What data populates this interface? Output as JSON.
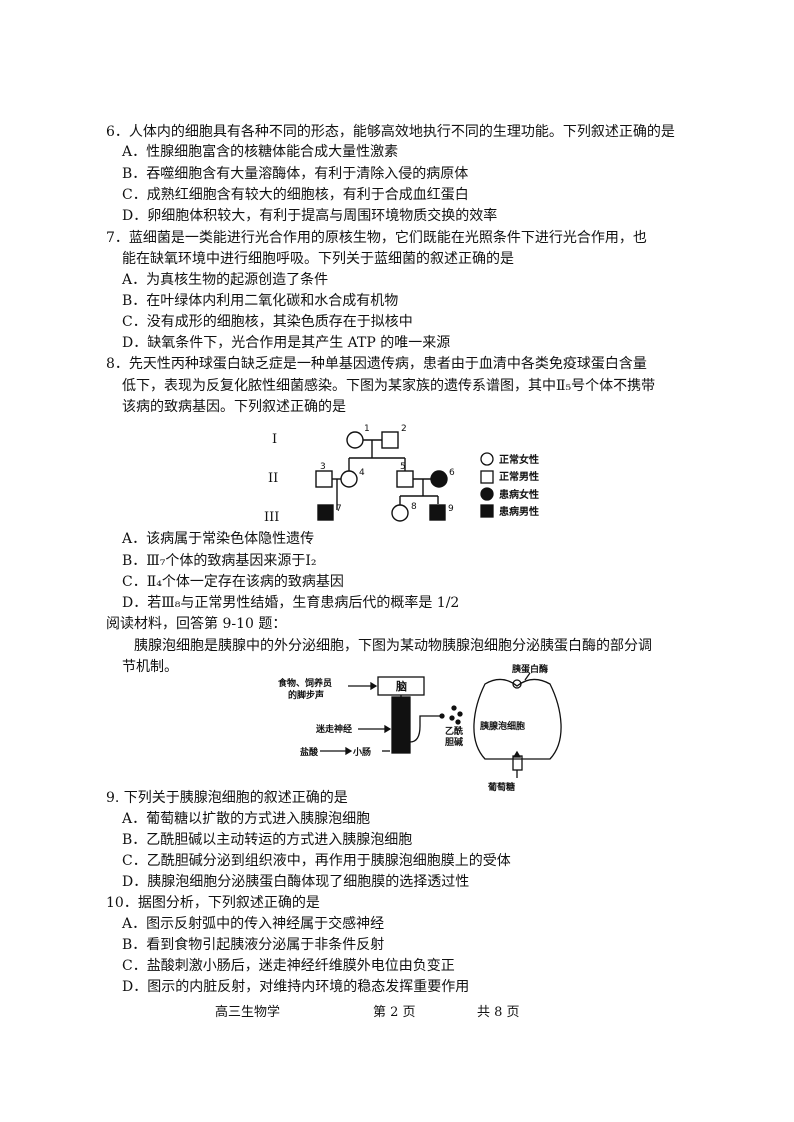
{
  "questions": {
    "q6": {
      "stem": "6．人体内的细胞具有各种不同的形态，能够高效地执行不同的生理功能。下列叙述正确的是",
      "options": [
        "A．性腺细胞富含的核糖体能合成大量性激素",
        "B．吞噬细胞含有大量溶酶体，有利于清除入侵的病原体",
        "C．成熟红细胞含有较大的细胞核，有利于合成血红蛋白",
        "D．卵细胞体积较大，有利于提高与周围环境物质交换的效率"
      ]
    },
    "q7": {
      "stem_line1": "7．蓝细菌是一类能进行光合作用的原核生物，它们既能在光照条件下进行光合作用，也",
      "stem_line2": "能在缺氧环境中进行细胞呼吸。下列关于蓝细菌的叙述正确的是",
      "options": [
        "A．为真核生物的起源创造了条件",
        "B．在叶绿体内利用二氧化碳和水合成有机物",
        "C．没有成形的细胞核，其染色质存在于拟核中",
        "D．缺氧条件下，光合作用是其产生 ATP 的唯一来源"
      ]
    },
    "q8": {
      "stem_line1": "8．先天性丙种球蛋白缺乏症是一种单基因遗传病，患者由于血清中各类免疫球蛋白含量",
      "stem_line2": "低下，表现为反复化脓性细菌感染。下图为某家族的遗传系谱图，其中Ⅱ₅号个体不携带",
      "stem_line3": "该病的致病基因。下列叙述正确的是",
      "options": [
        "A．该病属于常染色体隐性遗传",
        "B．Ⅲ₇个体的致病基因来源于I₂",
        "C．Ⅱ₄个体一定存在该病的致病基因",
        "D．若Ⅲ₈与正常男性结婚，生育患病后代的概率是 1/2"
      ]
    },
    "q9": {
      "stem": "9. 下列关于胰腺泡细胞的叙述正确的是",
      "options": [
        "A．葡萄糖以扩散的方式进入胰腺泡细胞",
        "B．乙酰胆碱以主动转运的方式进入胰腺泡细胞",
        "C．乙酰胆碱分泌到组织液中，再作用于胰腺泡细胞膜上的受体",
        "D．胰腺泡细胞分泌胰蛋白酶体现了细胞膜的选择透过性"
      ]
    },
    "q10": {
      "stem": "10．据图分析，下列叙述正确的是",
      "options": [
        "A．图示反射弧中的传入神经属于交感神经",
        "B．看到食物引起胰液分泌属于非条件反射",
        "C．盐酸刺激小肠后，迷走神经纤维膜外电位由负变正",
        "D．图示的内脏反射，对维持内环境的稳态发挥重要作用"
      ]
    }
  },
  "pedigree": {
    "gen_labels": [
      "I",
      "II",
      "III"
    ],
    "numbers": [
      "1",
      "2",
      "3",
      "4",
      "5",
      "6",
      "7",
      "8",
      "9"
    ],
    "legend": [
      "正常女性",
      "正常男性",
      "患病女性",
      "患病男性"
    ]
  },
  "reading": {
    "intro": "阅读材料，回答第 9-10 题：",
    "para_line1": "胰腺泡细胞是胰腺中的外分泌细胞，下图为某动物胰腺泡细胞分泌胰蛋白酶的部分调",
    "para_line2": "节机制。"
  },
  "pancreas_diagram": {
    "stimulus_line1": "食物、饲养员",
    "stimulus_line2": "的脚步声",
    "brain": "脑",
    "vagus": "迷走神经",
    "acid": "盐酸",
    "intestine": "小肠",
    "trypsin": "胰蛋白酶",
    "acinar_cell": "胰腺泡细胞",
    "ach_line1": "乙酰",
    "ach_line2": "胆碱",
    "glucose": "葡萄糖"
  },
  "footer": {
    "subject": "高三生物学",
    "page": "第 2 页",
    "total": "共 8 页"
  }
}
